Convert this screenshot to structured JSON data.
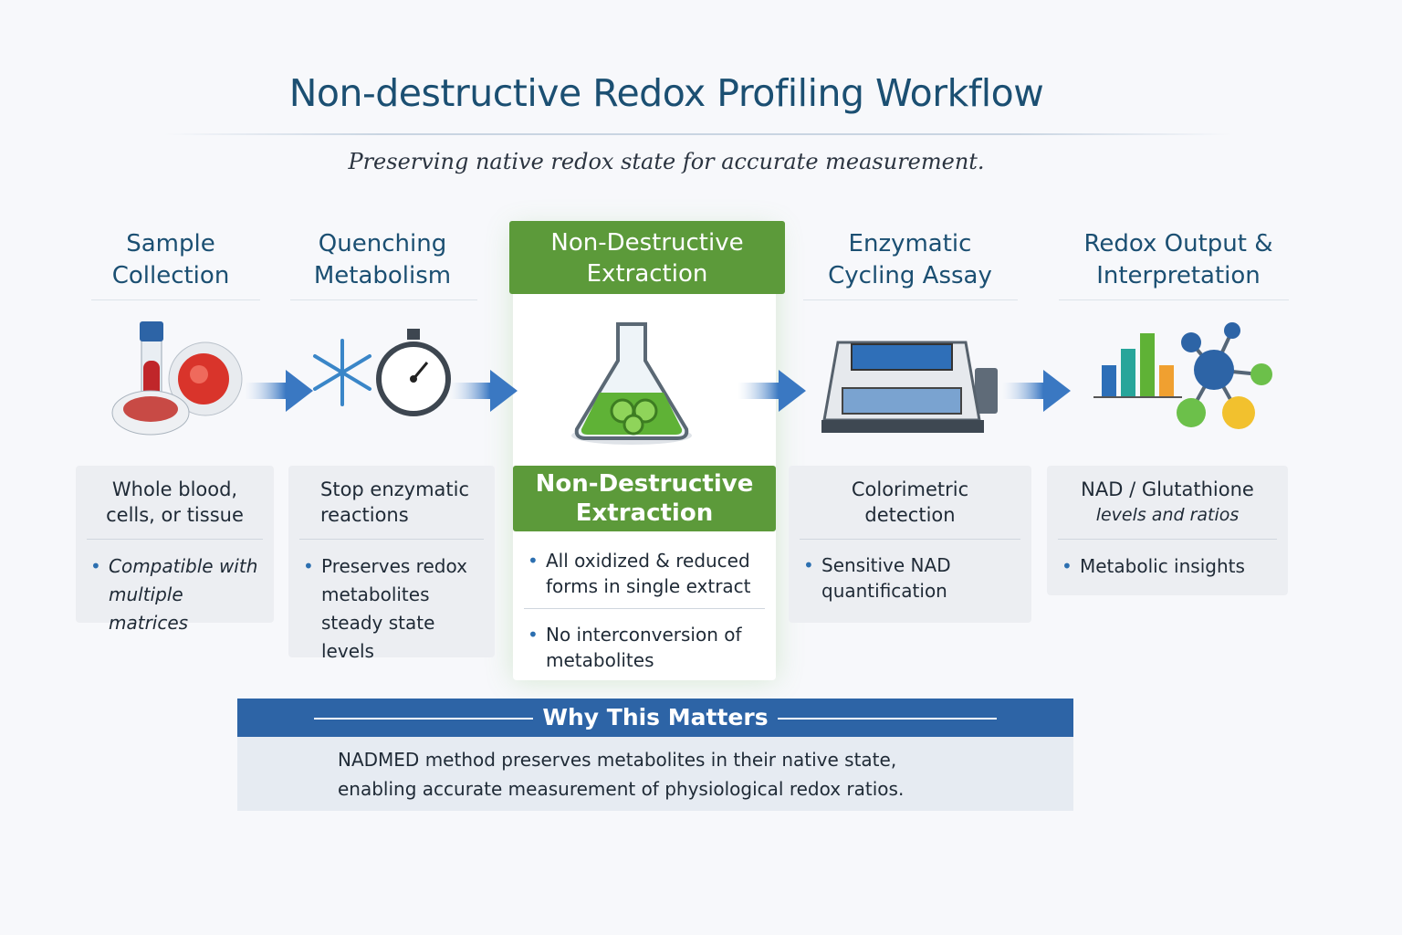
{
  "title": "Non-destructive Redox Profiling Workflow",
  "subtitle": "Preserving native redox state for accurate measurement.",
  "steps": [
    {
      "header_line1": "Sample",
      "header_line2": "Collection",
      "main_line1": "Whole blood,",
      "main_line2": "cells, or tissue",
      "bullets": [
        "Compatible with multiple matrices"
      ]
    },
    {
      "header_line1": "Quenching",
      "header_line2": "Metabolism",
      "main_line1": "Stop enzymatic",
      "main_line2": "reactions",
      "bullets": [
        "Preserves redox metabolites steady state levels"
      ]
    },
    {
      "header_line1": "Non-Destructive",
      "header_line2": "Extraction",
      "main_line1": "Non-Destructive",
      "main_line2": "Extraction",
      "bullets": [
        "All oxidized & reduced forms in single extract",
        "No interconversion of metabolites"
      ]
    },
    {
      "header_line1": "Enzymatic",
      "header_line2": "Cycling Assay",
      "main_line1": "Colorimetric",
      "main_line2": "detection",
      "bullets": [
        "Sensitive NAD quantification"
      ]
    },
    {
      "header_line1": "Redox Output &",
      "header_line2": "Interpretation",
      "main_line1": "NAD / Glutathione",
      "main_line2": "levels and ratios",
      "bullets": [
        "Metabolic insights"
      ]
    }
  ],
  "why": {
    "title": "Why This Matters",
    "body": "NADMED method preserves metabolites in their native state, enabling accurate measurement of physiological redox ratios."
  },
  "colors": {
    "primary": "#1b4f72",
    "accent_green": "#5c9a3a",
    "accent_blue": "#2d64a6"
  }
}
